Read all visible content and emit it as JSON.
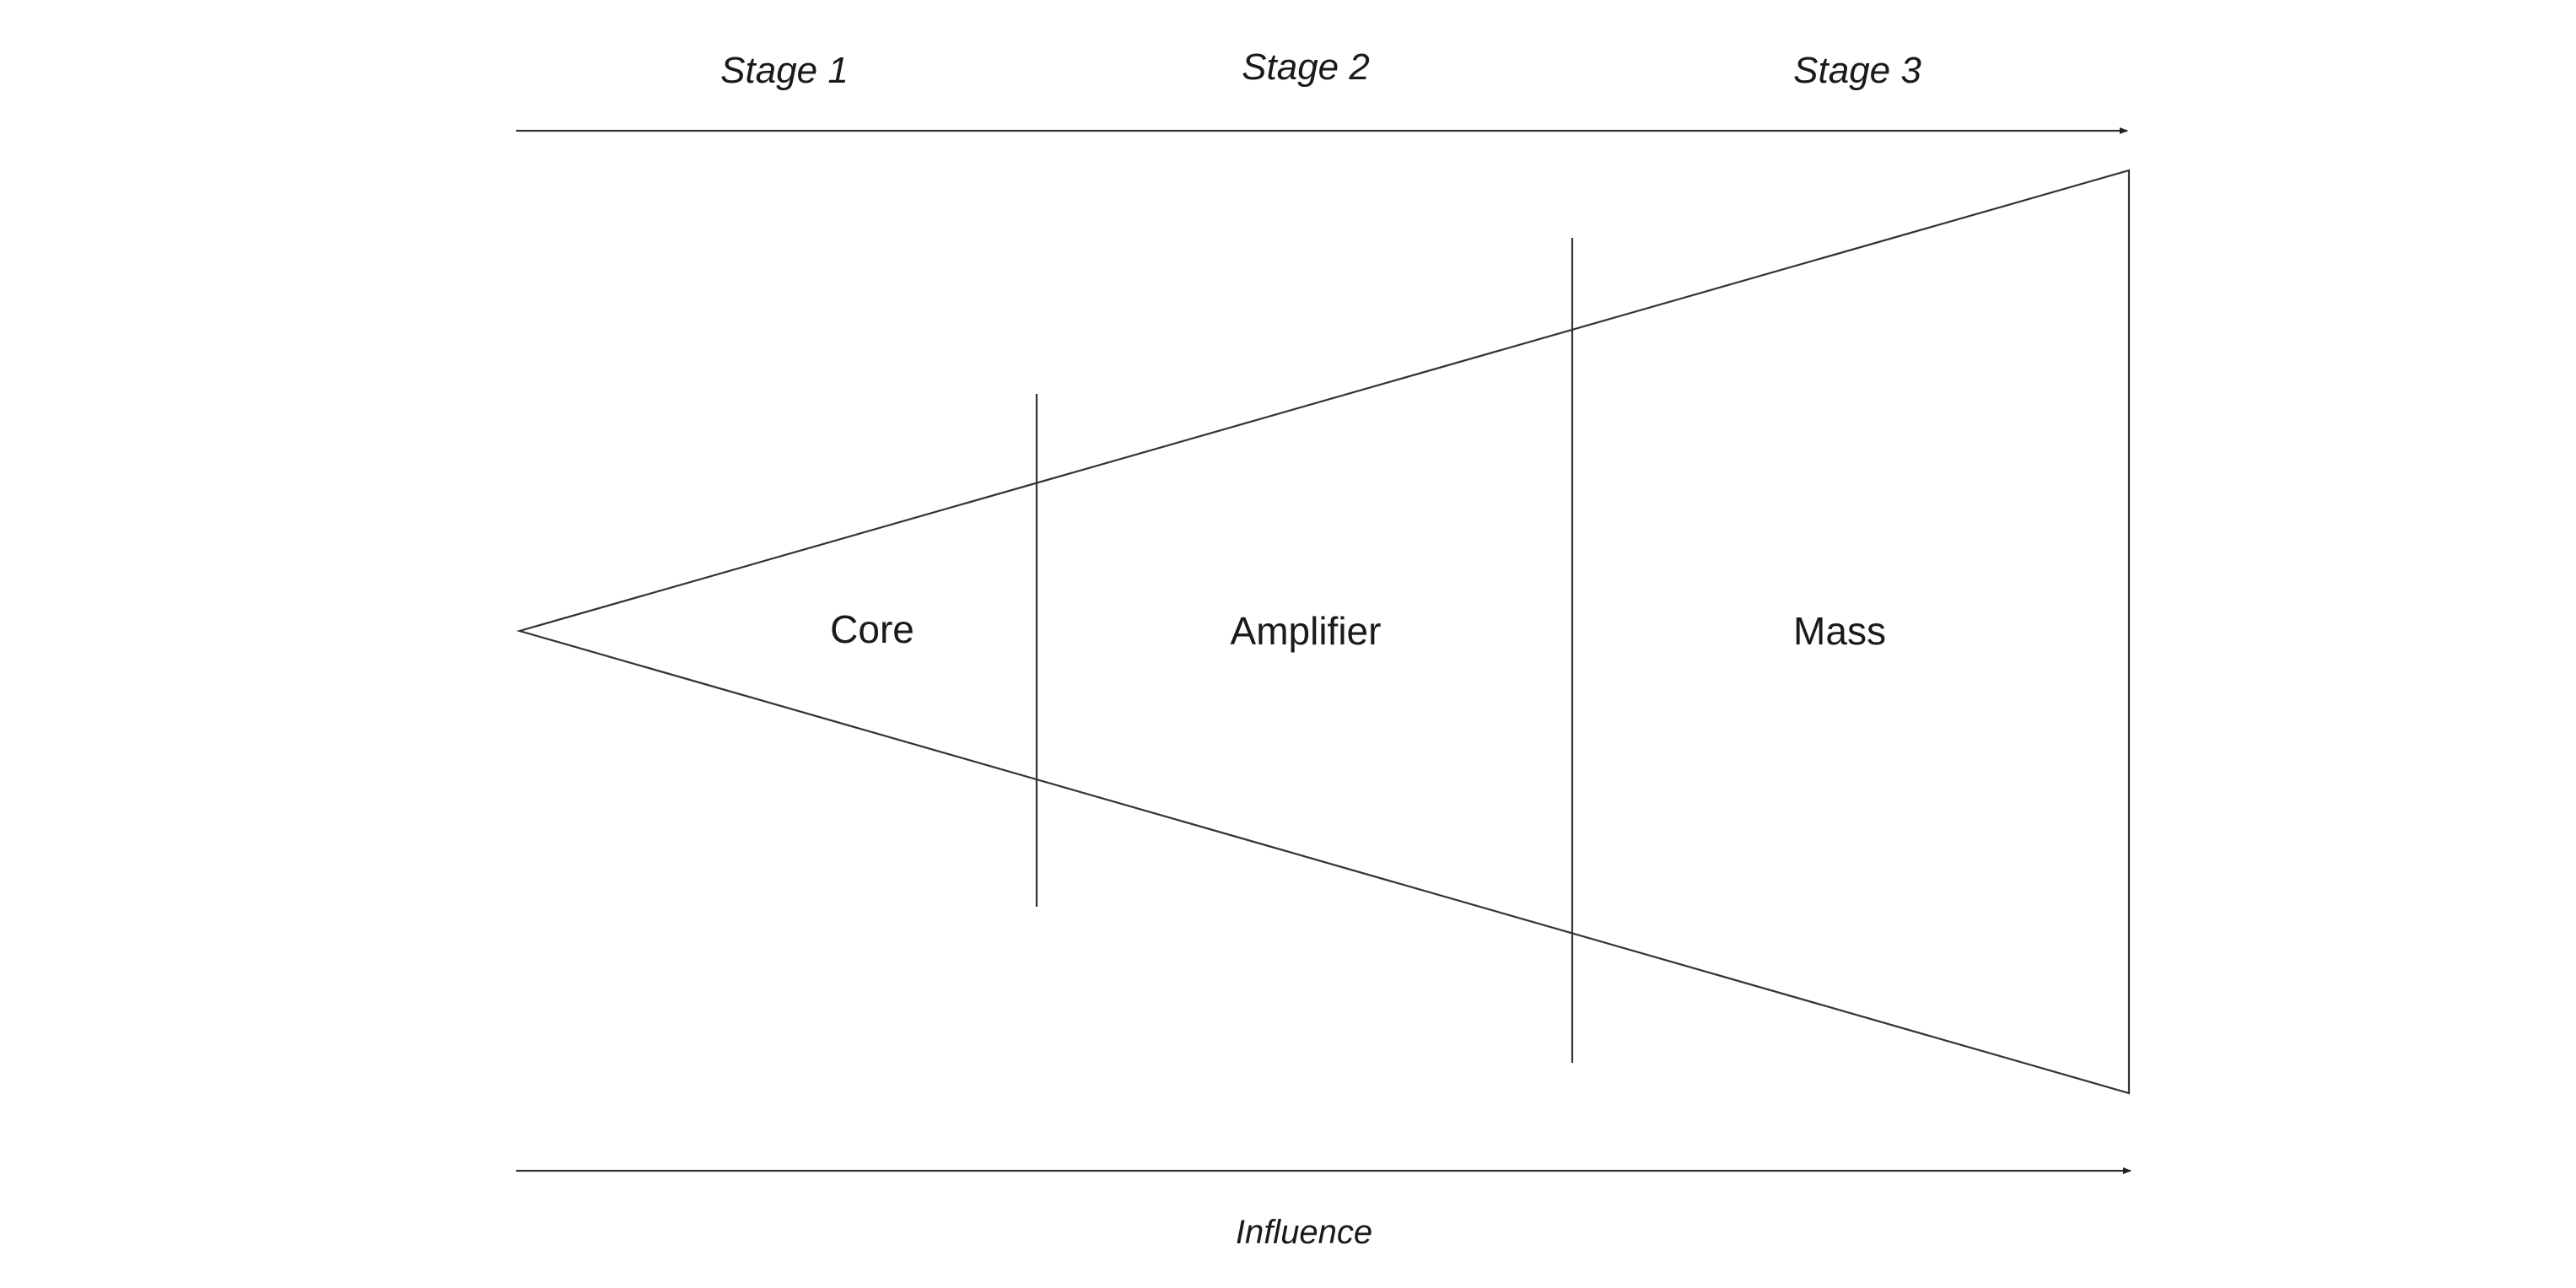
{
  "stages": [
    {
      "label": "Stage 1"
    },
    {
      "label": "Stage 2"
    },
    {
      "label": "Stage 3"
    }
  ],
  "sections": [
    {
      "label": "Core"
    },
    {
      "label": "Amplifier"
    },
    {
      "label": "Mass"
    }
  ],
  "axis": {
    "label": "Influence"
  },
  "colors": {
    "line": "#333333",
    "text": "#1a1a1a",
    "background": "#ffffff"
  }
}
